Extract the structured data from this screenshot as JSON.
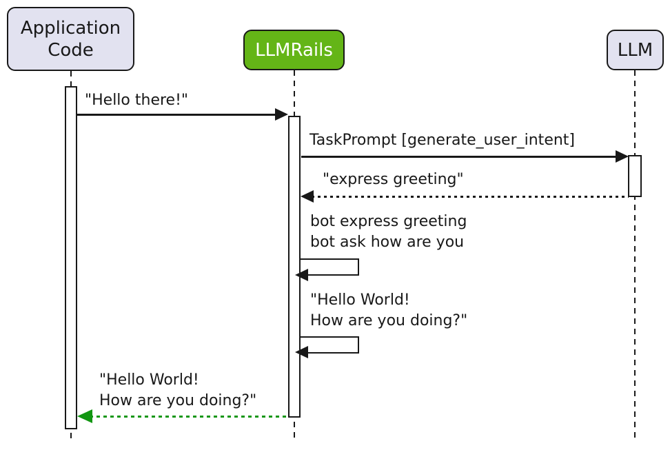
{
  "diagram_type": "uml-sequence-diagram",
  "participants": [
    {
      "id": "application-code",
      "label": "Application\nCode"
    },
    {
      "id": "llmrails",
      "label": "LLMRails"
    },
    {
      "id": "llm",
      "label": "LLM"
    }
  ],
  "messages": [
    {
      "label": "\"Hello there!\"",
      "from": "Application Code",
      "to": "LLMRails",
      "line": "solid",
      "color": "#181818"
    },
    {
      "label": "TaskPrompt [generate_user_intent]",
      "from": "LLMRails",
      "to": "LLM",
      "line": "solid",
      "color": "#181818"
    },
    {
      "label": "\"express greeting\"",
      "from": "LLM",
      "to": "LLMRails",
      "line": "dotted",
      "color": "#181818"
    },
    {
      "label": "bot express greeting\nbot ask how are you",
      "from": "LLMRails",
      "to": "LLMRails",
      "line": "self",
      "color": "#181818"
    },
    {
      "label": "\"Hello World!\nHow are you doing?\"",
      "from": "LLMRails",
      "to": "LLMRails",
      "line": "self",
      "color": "#181818"
    },
    {
      "label": "\"Hello World!\nHow are you doing?\"",
      "from": "LLMRails",
      "to": "Application Code",
      "line": "dotted",
      "color": "#129612"
    }
  ],
  "colors": {
    "participant_fill": "#E2E2F0",
    "llmrails_fill": "#64B517",
    "llmrails_text": "#FFFFFF",
    "border": "#181818",
    "text": "#181818",
    "return_arrow_green": "#129612",
    "background": "#FFFFFF"
  }
}
